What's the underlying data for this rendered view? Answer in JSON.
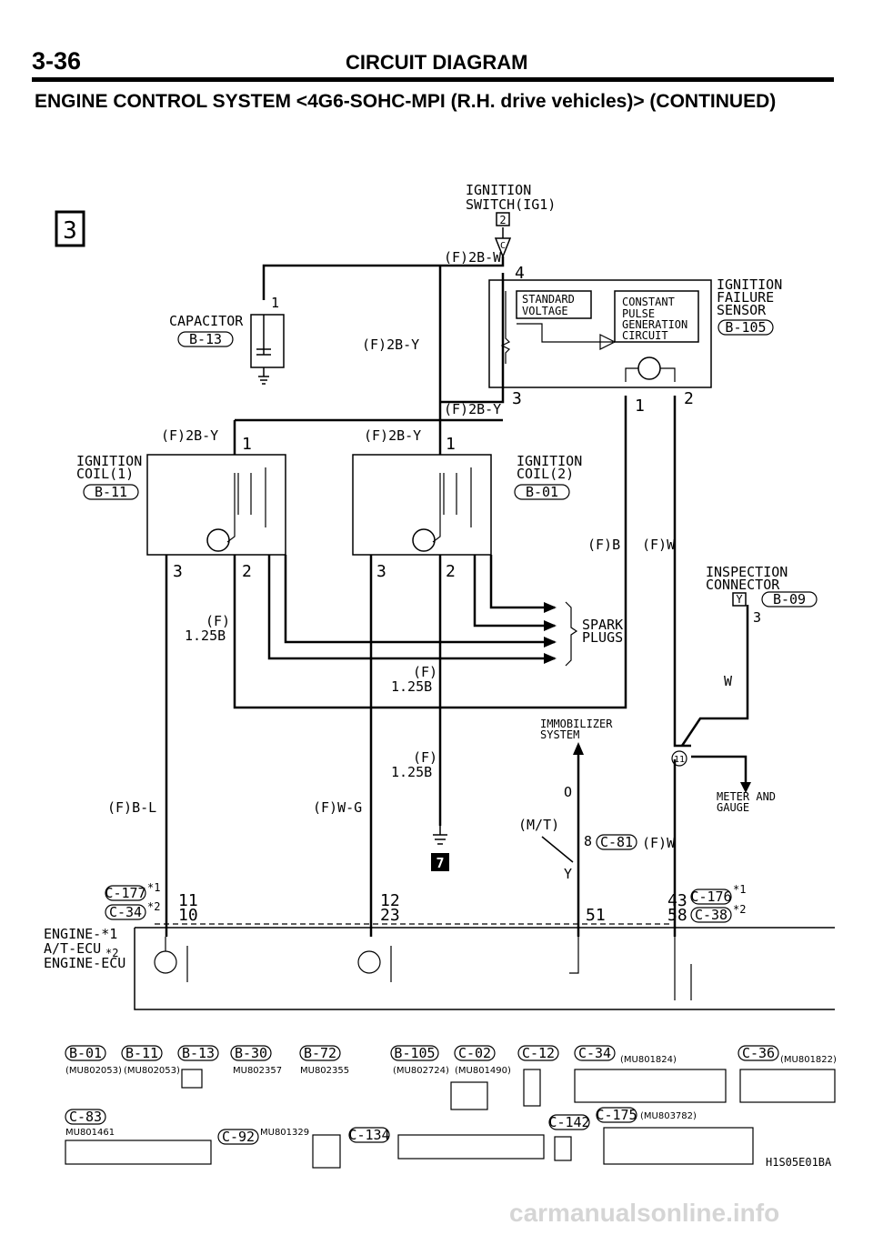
{
  "header": {
    "page_number": "3-36",
    "section_title": "CIRCUIT DIAGRAM",
    "subtitle": "ENGINE CONTROL SYSTEM <4G6-SOHC-MPI (R.H. drive vehicles)> (CONTINUED)"
  },
  "sheet_marker": "3",
  "link_marker": "7",
  "components": {
    "ignition_switch": {
      "name1": "IGNITION",
      "name2": "SWITCH(IG1)",
      "box": "2",
      "terminal": "C"
    },
    "capacitor": {
      "name": "CAPACITOR",
      "connector": "B-13",
      "pin": "1"
    },
    "ignition_failure_sensor": {
      "name1": "IGNITION",
      "name2": "FAILURE",
      "name3": "SENSOR",
      "connector": "B-105",
      "block1": "STANDARD",
      "block1b": "VOLTAGE",
      "block2a": "CONSTANT",
      "block2b": "PULSE",
      "block2c": "GENERATION",
      "block2d": "CIRCUIT",
      "pin4": "4",
      "pin3": "3",
      "pin1": "1",
      "pin2": "2"
    },
    "ignition_coil_1": {
      "name1": "IGNITION",
      "name2": "COIL(1)",
      "connector": "B-11",
      "pin1": "1",
      "pin3": "3",
      "pin2": "2"
    },
    "ignition_coil_2": {
      "name1": "IGNITION",
      "name2": "COIL(2)",
      "connector": "B-01",
      "pin1": "1",
      "pin3": "3",
      "pin2": "2"
    },
    "spark_plugs": {
      "name1": "SPARK",
      "name2": "PLUGS"
    },
    "inspection_connector": {
      "name1": "INSPECTION",
      "name2": "CONNECTOR",
      "box": "Y",
      "connector": "B-09",
      "pin": "3"
    },
    "immobilizer": {
      "name1": "IMMOBILIZER",
      "name2": "SYSTEM",
      "o": "O",
      "mt": "(M/T)",
      "y": "Y",
      "pin8": "8",
      "connector": "C-81"
    },
    "meter": {
      "name1": "METER AND",
      "name2": "GAUGE",
      "pin": "11"
    },
    "ecu": {
      "line1": "ENGINE-*1",
      "line2": "A/T-ECU",
      "line2b": "*2",
      "line3": "ENGINE-ECU"
    }
  },
  "wires": {
    "w1": "(F)2B-W",
    "w2": "(F)2B-Y",
    "w3": "(F)2B-Y",
    "w4": "(F)2B-Y",
    "w5": "(F)2B-Y",
    "w6": "(F)B",
    "w7": "(F)W",
    "w8": "W",
    "w9a": "(F)",
    "w9b": "1.25B",
    "w10a": "(F)",
    "w10b": "1.25B",
    "w11a": "(F)",
    "w11b": "1.25B",
    "w12": "(F)B-L",
    "w13": "(F)W-G",
    "w14": "(F)W"
  },
  "ecu_pins": {
    "left_c1": "C-177",
    "left_c1_star": "*1",
    "left_c2": "C-34",
    "left_c2_star": "*2",
    "p11": "11",
    "p10": "10",
    "p12": "12",
    "p23": "23",
    "p51": "51",
    "p43": "43",
    "p58": "58",
    "right_c1": "C-176",
    "right_c1_star": "*1",
    "right_c2": "C-38",
    "right_c2_star": "*2"
  },
  "connector_legend": {
    "row1": [
      "B-01",
      "B-11",
      "B-13",
      "B-30",
      "B-72",
      "B-105",
      "C-02",
      "C-12",
      "C-34",
      "C-36"
    ],
    "part_b01": "(MU802053)",
    "part_b11": "(MU802053)",
    "part_b30": "MU802357",
    "part_b72": "MU802355",
    "part_b105": "(MU802724)",
    "part_c02": "(MU801490)",
    "part_c34": "(MU801824)",
    "part_c36": "(MU801822)",
    "c83": "C-83",
    "part_c83": "MU801461",
    "c92": "C-92",
    "part_c92": "MU801329",
    "c134": "C-134",
    "c142": "C-142",
    "c175": "C-175",
    "part_c175": "(MU803782)",
    "figure_code": "H1S05E01BA"
  },
  "watermark": "carmanualsonline.info"
}
